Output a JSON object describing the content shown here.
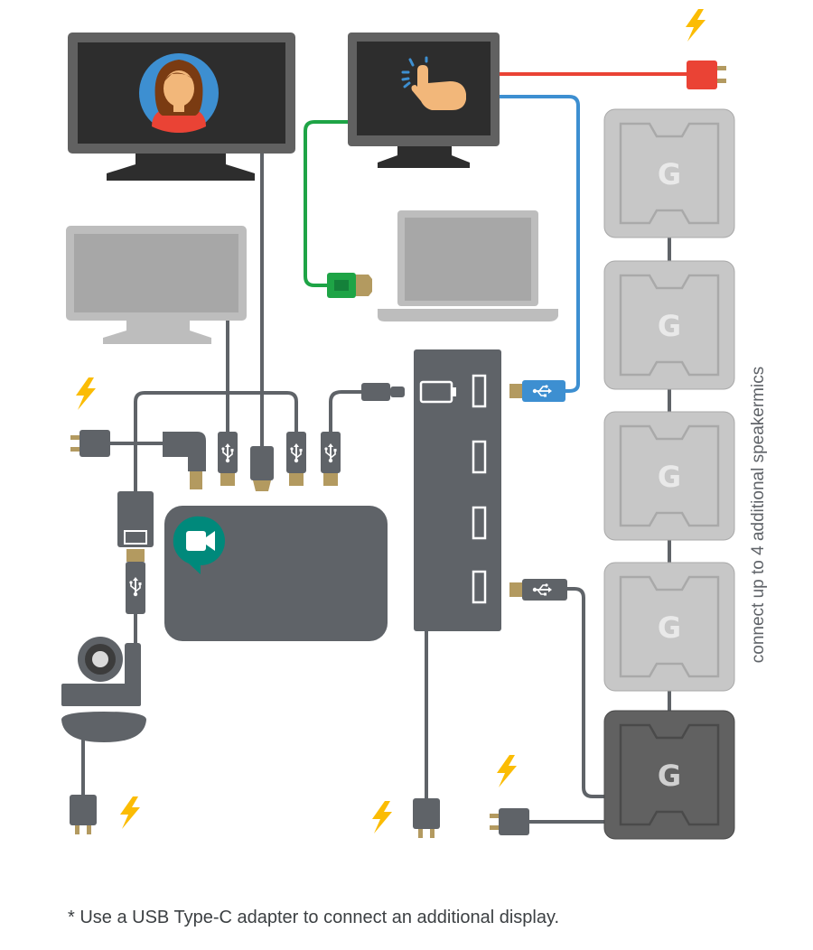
{
  "labels": {
    "side_note": "connect up to 4 additional speakermics",
    "footnote": "* Use a USB Type-C adapter to connect an additional display.",
    "speakermic_logo": "G"
  },
  "colors": {
    "cable_gray": "#5f6368",
    "hdmi_green": "#1ea446",
    "power_red": "#ea4335",
    "usb_blue": "#3d8fd1",
    "connector_gold": "#b39a60",
    "bolt_yellow": "#fbbc04",
    "device_dark": "#616161",
    "device_light": "#bdbdbd"
  },
  "icons": [
    "lightning-icon",
    "usb-icon",
    "meet-logo-icon",
    "touch-icon",
    "avatar-icon",
    "ethernet-icon"
  ]
}
